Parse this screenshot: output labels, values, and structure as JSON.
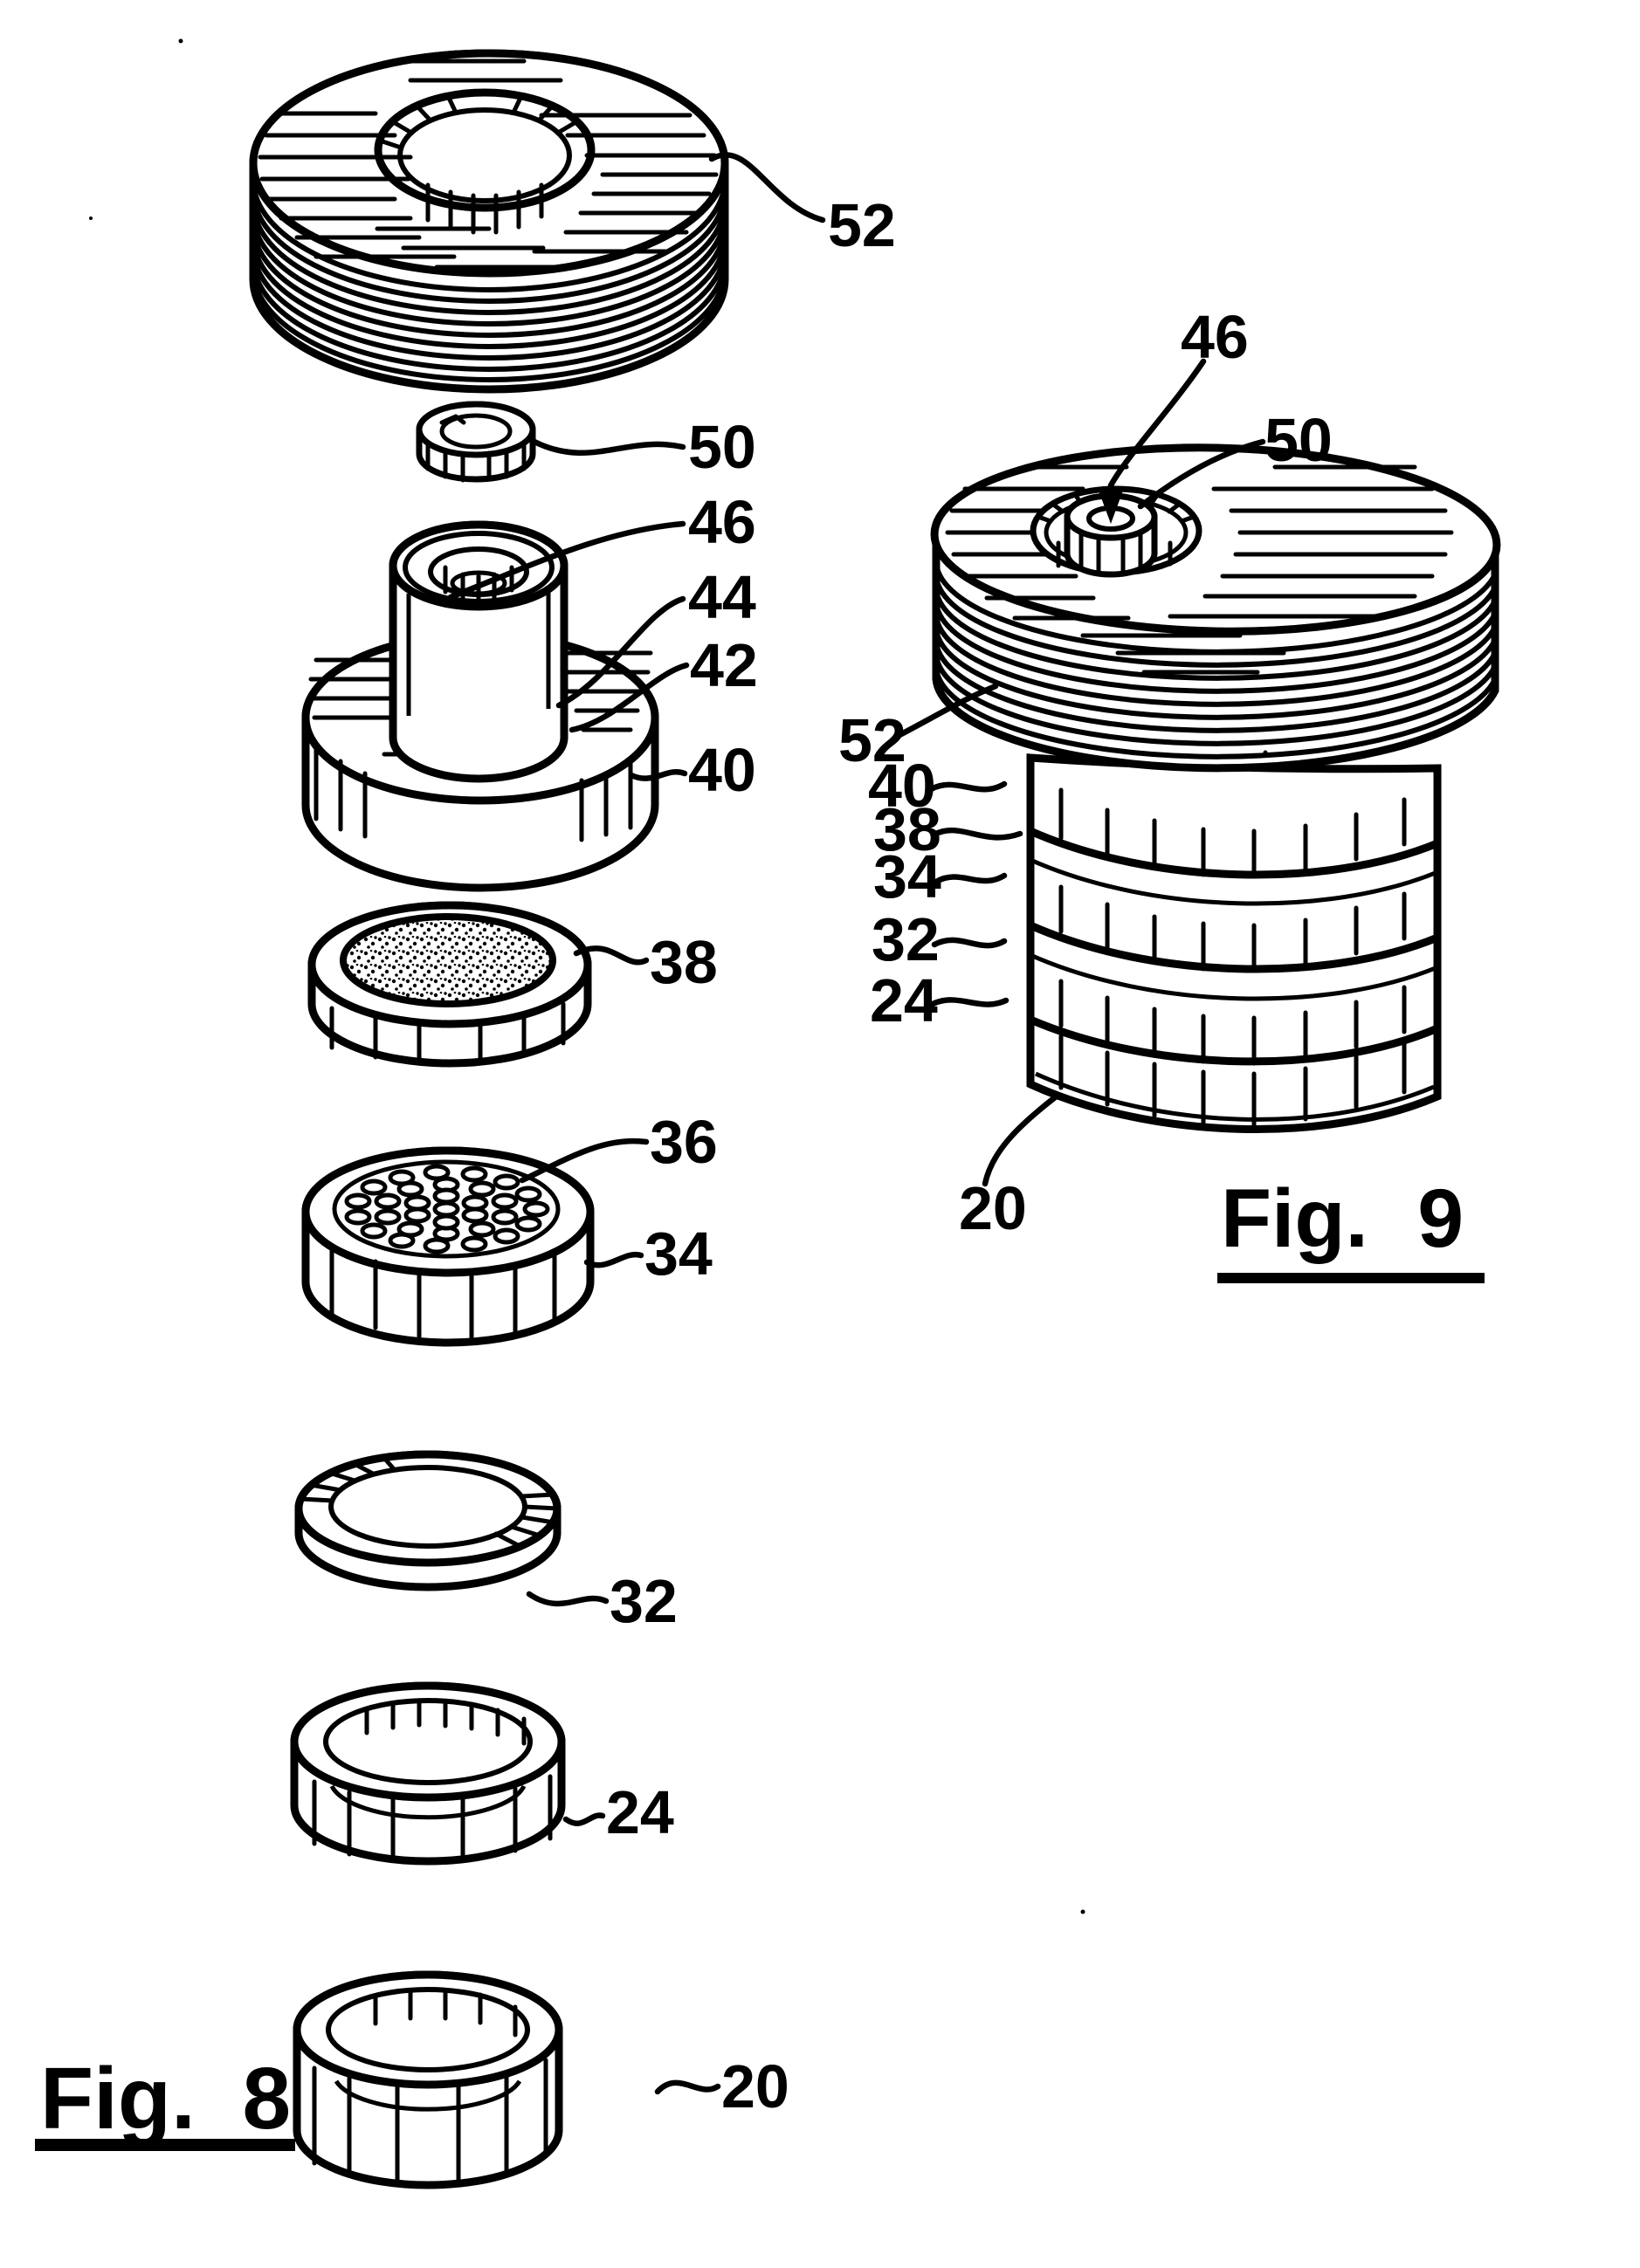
{
  "sheet": {
    "background": "#ffffff",
    "ink": "#000000"
  },
  "fig8": {
    "caption": "Fig. 8",
    "labels": {
      "l52": "52",
      "l50": "50",
      "l46": "46",
      "l44": "44",
      "l42": "42",
      "l40": "40",
      "l38": "38",
      "l36": "36",
      "l34": "34",
      "l32": "32",
      "l24": "24",
      "l20": "20"
    }
  },
  "fig9": {
    "caption": "Fig. 9",
    "labels": {
      "l46": "46",
      "l50": "50",
      "l52": "52",
      "l40": "40",
      "l38": "38",
      "l34": "34",
      "l32": "32",
      "l24": "24",
      "l20": "20"
    }
  }
}
